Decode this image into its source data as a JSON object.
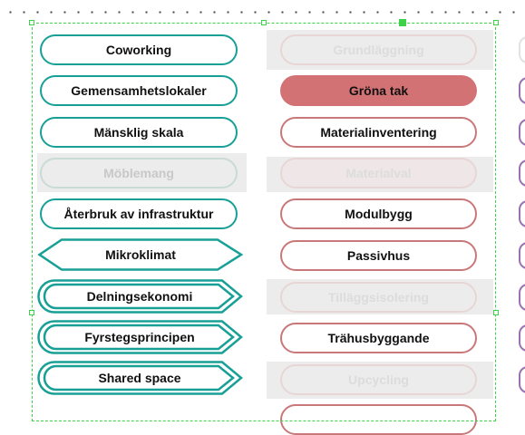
{
  "colors": {
    "teal": "#18a096",
    "rose": "#c9787a",
    "rose_fill": "#d27274",
    "selection": "#3ed14a",
    "purple": "#9b72b0"
  },
  "column_left": {
    "items": [
      {
        "label": "Coworking",
        "style": "pill"
      },
      {
        "label": "Gemensamhetslokaler",
        "style": "pill"
      },
      {
        "label": "Mänsklig skala",
        "style": "pill"
      },
      {
        "label": "Möblemang",
        "style": "faded"
      },
      {
        "label": "Återbruk av infrastruktur",
        "style": "pill"
      },
      {
        "label": "Mikroklimat",
        "style": "hexagon"
      },
      {
        "label": "Delningsekonomi",
        "style": "double-arrow"
      },
      {
        "label": "Fyrstegsprincipen",
        "style": "double-arrow"
      },
      {
        "label": "Shared space",
        "style": "double-arrow"
      }
    ]
  },
  "column_right": {
    "items": [
      {
        "label": "Grundläggning",
        "style": "faded"
      },
      {
        "label": "Gröna tak",
        "style": "filled"
      },
      {
        "label": "Materialinventering",
        "style": "pill"
      },
      {
        "label": "Materialval",
        "style": "faded"
      },
      {
        "label": "Modulbygg",
        "style": "pill"
      },
      {
        "label": "Passivhus",
        "style": "pill"
      },
      {
        "label": "Tilläggsisolering",
        "style": "faded"
      },
      {
        "label": "Trähusbyggande",
        "style": "pill"
      },
      {
        "label": "Upcycling",
        "style": "faded"
      }
    ]
  }
}
